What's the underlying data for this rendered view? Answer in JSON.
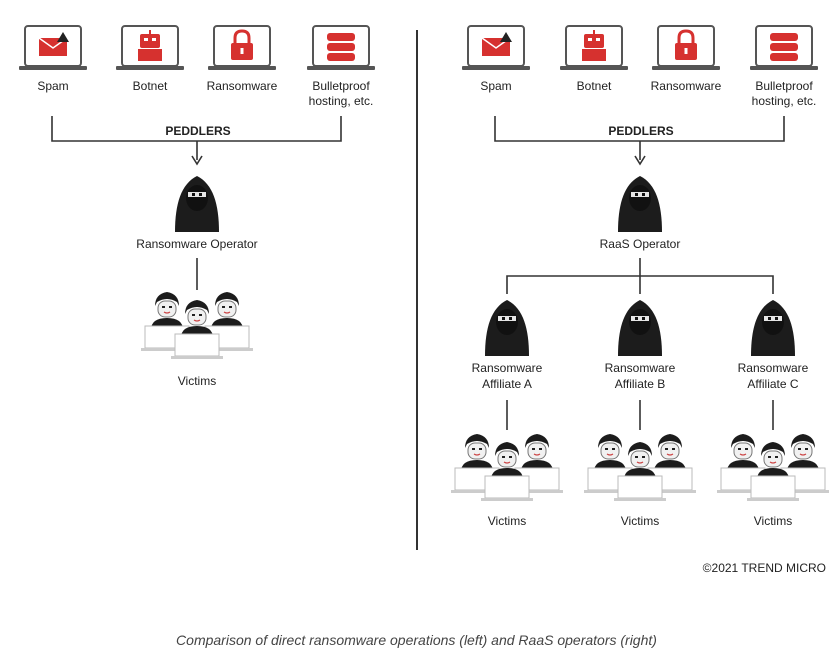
{
  "left": {
    "services": [
      "Spam",
      "Botnet",
      "Ransomware",
      "Bulletproof",
      "hosting, etc."
    ],
    "peddlers": "PEDDLERS",
    "operator": "Ransomware Operator",
    "victims": "Victims"
  },
  "right": {
    "services": [
      "Spam",
      "Botnet",
      "Ransomware",
      "Bulletproof",
      "hosting, etc."
    ],
    "peddlers": "PEDDLERS",
    "operator": "RaaS Operator",
    "affiliates": [
      {
        "line1": "Ransomware",
        "line2": "Affiliate A"
      },
      {
        "line1": "Ransomware",
        "line2": "Affiliate B"
      },
      {
        "line1": "Ransomware",
        "line2": "Affiliate C"
      }
    ],
    "victims": [
      "Victims",
      "Victims",
      "Victims"
    ]
  },
  "copyright": "©2021 TREND MICRO",
  "caption": "Comparison of direct ransomware operations (left) and RaaS operators (right)",
  "colors": {
    "accent_red": "#d6312f",
    "dark": "#1c1c1c",
    "line": "#333333"
  },
  "icons": [
    "spam-laptop-icon",
    "botnet-laptop-icon",
    "ransomware-laptop-icon",
    "bulletproof-laptop-icon",
    "hooded-hacker-icon",
    "victims-group-icon"
  ]
}
